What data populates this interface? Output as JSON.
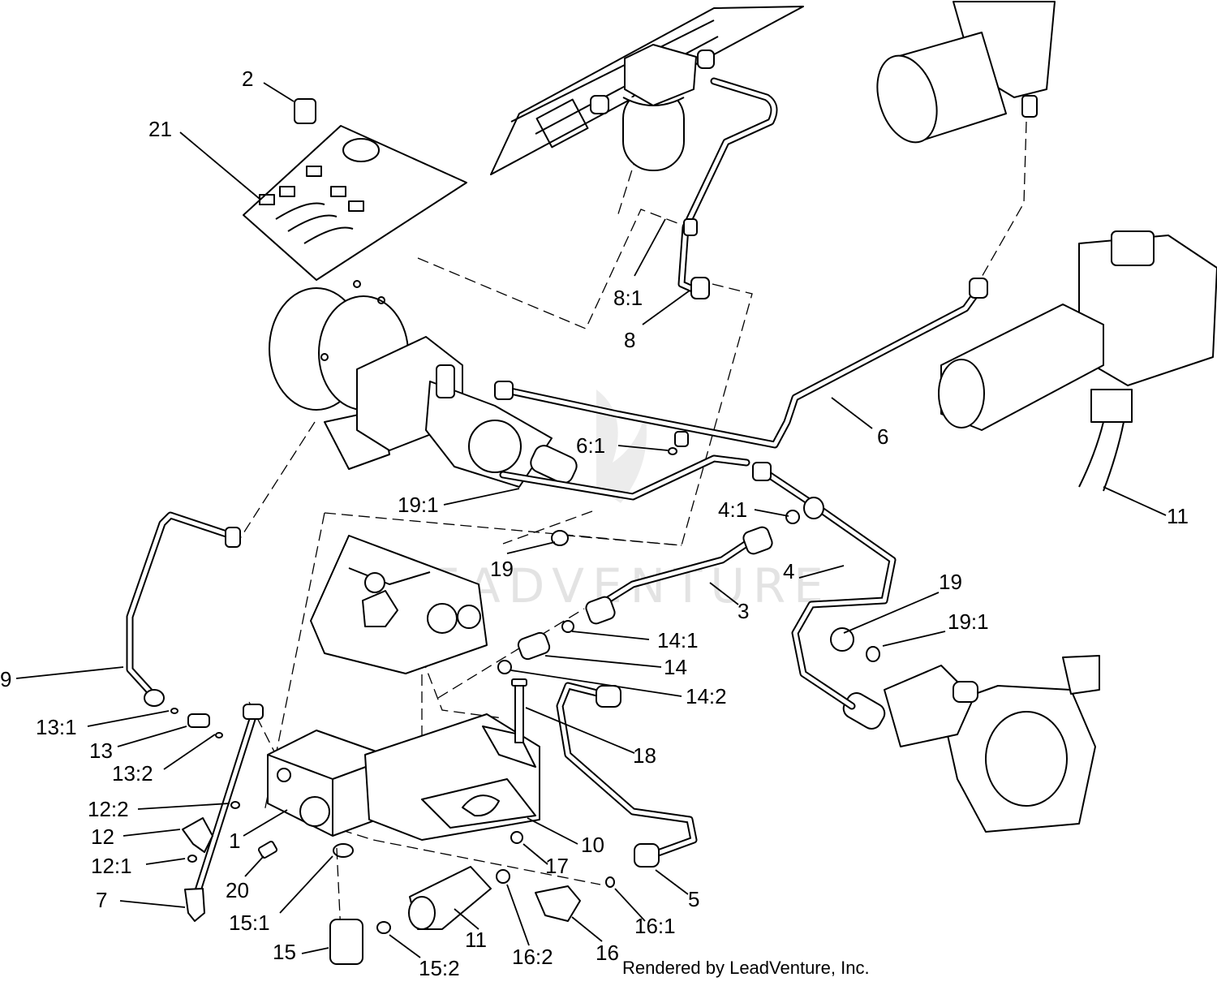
{
  "credit": "Rendered by LeadVenture, Inc.",
  "watermark": "LEADVENTURE",
  "callouts": {
    "c2": "2",
    "c21": "21",
    "c8_1": "8:1",
    "c8": "8",
    "c6": "6",
    "c6_1": "6:1",
    "c11_right": "11",
    "c19_1_upper": "19:1",
    "c4_1": "4:1",
    "c19_upper": "19",
    "c4": "4",
    "c3": "3",
    "c19_right": "19",
    "c19_1_right": "19:1",
    "c14_1": "14:1",
    "c14": "14",
    "c14_2": "14:2",
    "c9": "9",
    "c13_1": "13:1",
    "c13": "13",
    "c13_2": "13:2",
    "c18": "18",
    "c12_2": "12:2",
    "c12": "12",
    "c12_1": "12:1",
    "c1": "1",
    "c10": "10",
    "c17": "17",
    "c20": "20",
    "c7": "7",
    "c15_1": "15:1",
    "c5": "5",
    "c16_1": "16:1",
    "c11_bottom": "11",
    "c15": "15",
    "c15_2": "15:2",
    "c16_2": "16:2",
    "c16": "16"
  }
}
